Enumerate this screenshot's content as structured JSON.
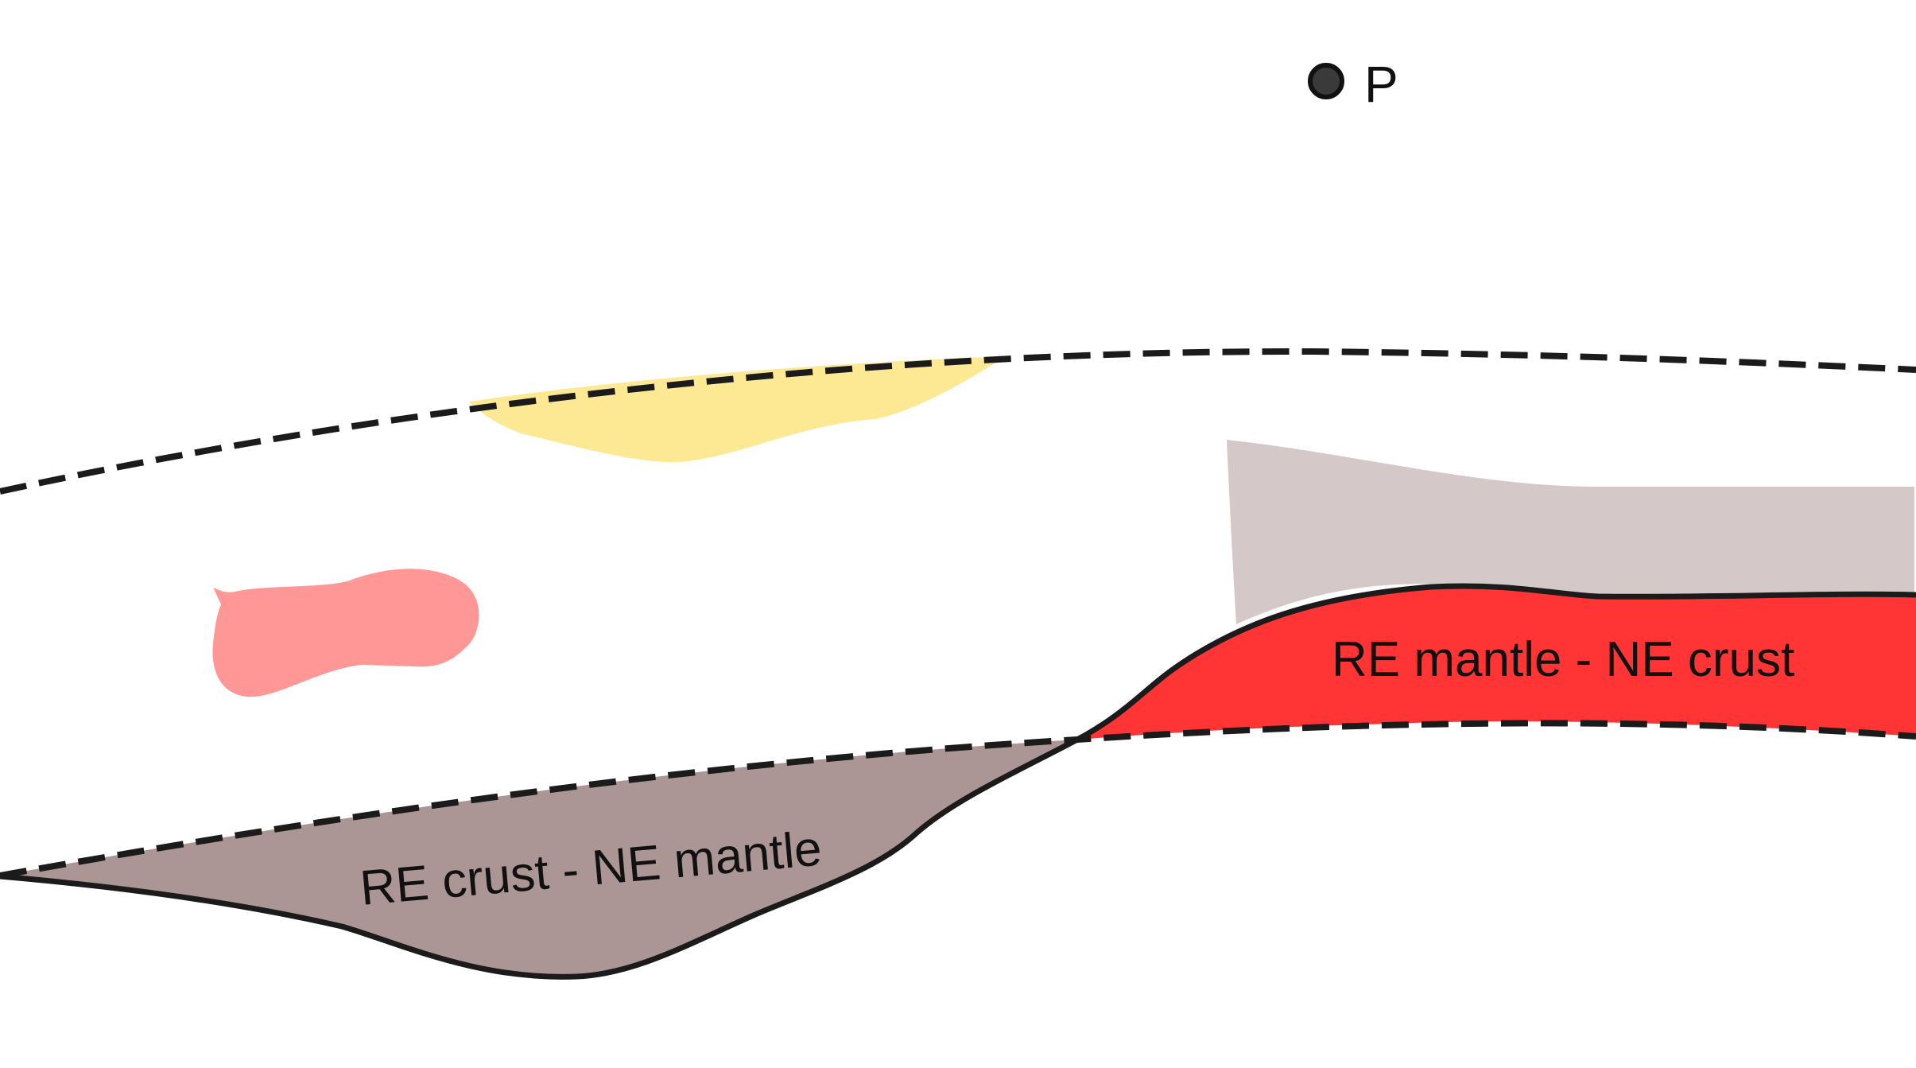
{
  "point": {
    "label": "P"
  },
  "regions": {
    "re_mantle_ne_crust": {
      "label": "RE mantle - NE crust",
      "color": "#ff3535"
    },
    "re_crust_ne_mantle": {
      "label": "RE crust - NE mantle",
      "color": "#ab9595"
    },
    "grey_patch": {
      "color": "#d5c8c8"
    },
    "yellow_patch": {
      "color": "#fde993"
    },
    "pink_blob": {
      "color": "#ff9797"
    }
  },
  "lines": {
    "color": "#1b1b1b"
  }
}
